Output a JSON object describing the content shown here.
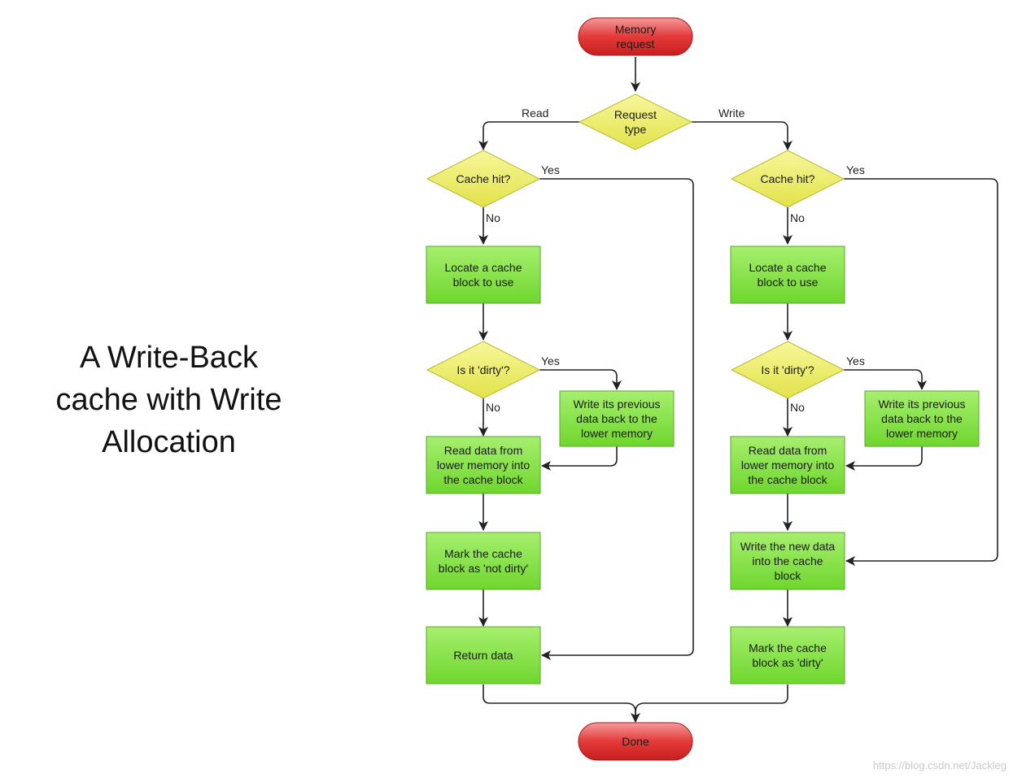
{
  "side_title": {
    "lines": [
      "A Write-Back",
      "cache with Write",
      "Allocation"
    ]
  },
  "colors": {
    "terminal": "#e02a2a",
    "decision": "#ecec52",
    "process": "#7dde3a",
    "edge": "#222222"
  },
  "nodes": {
    "memory_request": [
      "Memory",
      "request"
    ],
    "request_type": [
      "Request",
      "type"
    ],
    "read_cache_hit": [
      "Cache hit?"
    ],
    "write_cache_hit": [
      "Cache hit?"
    ],
    "read_locate": [
      "Locate a cache",
      "block to use"
    ],
    "write_locate": [
      "Locate a cache",
      "block to use"
    ],
    "read_dirty": [
      "Is it 'dirty'?"
    ],
    "write_dirty": [
      "Is it 'dirty'?"
    ],
    "read_writeback": [
      "Write its previous",
      "data back to the",
      "lower memory"
    ],
    "write_writeback": [
      "Write its previous",
      "data back to the",
      "lower memory"
    ],
    "read_read_data": [
      "Read data from",
      "lower memory into",
      "the cache block"
    ],
    "write_read_data": [
      "Read data from",
      "lower memory into",
      "the cache block"
    ],
    "read_mark": [
      "Mark the cache",
      "block as 'not dirty'"
    ],
    "write_new_data": [
      "Write the new data",
      "into the cache",
      "block"
    ],
    "return_data": [
      "Return data"
    ],
    "write_mark_dirty": [
      "Mark the cache",
      "block as 'dirty'"
    ],
    "done": [
      "Done"
    ]
  },
  "edge_labels": {
    "read": "Read",
    "write": "Write",
    "read_hit_yes": "Yes",
    "read_hit_no": "No",
    "write_hit_yes": "Yes",
    "write_hit_no": "No",
    "read_dirty_yes": "Yes",
    "read_dirty_no": "No",
    "write_dirty_yes": "Yes",
    "write_dirty_no": "No"
  },
  "watermark": "https://blog.csdn.net/Jackleg"
}
